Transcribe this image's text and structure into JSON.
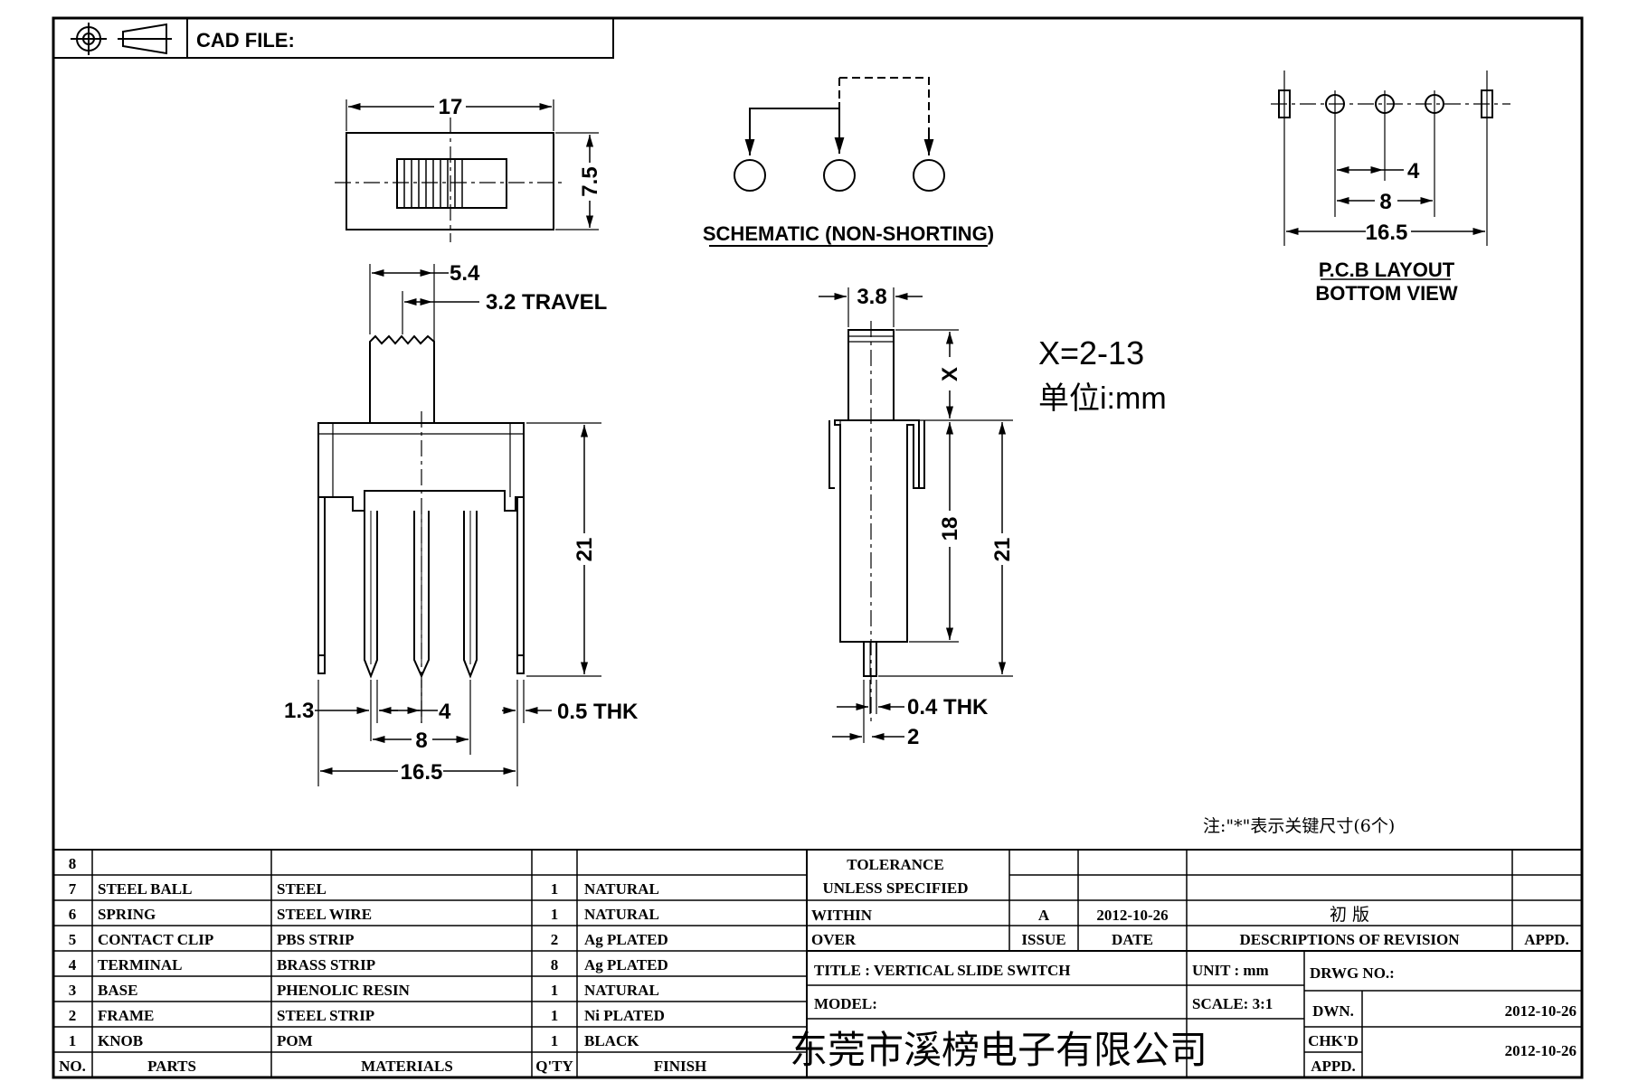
{
  "header": {
    "cad_file_label": "CAD FILE:"
  },
  "top_view": {
    "width": "17",
    "height": "7.5"
  },
  "side_view": {
    "knob_offset": "5.4",
    "travel": "3.2 TRAVEL",
    "height": "21",
    "pin_width": "1.3",
    "pin_pitch": "4",
    "outer_pitch": "8",
    "total_width": "16.5",
    "thickness": "0.5 THK"
  },
  "end_view": {
    "knob_width": "3.8",
    "knob_height": "X",
    "body_height": "18",
    "total_height": "21",
    "thickness": "0.4 THK",
    "pin_offset": "2",
    "x_range": "X=2-13",
    "unit_note": "单位i:mm"
  },
  "schematic": {
    "label": "SCHEMATIC (NON-SHORTING)"
  },
  "pcb_layout": {
    "pitch": "4",
    "outer_pitch": "8",
    "total": "16.5",
    "title": "P.C.B LAYOUT",
    "subtitle": "BOTTOM VIEW"
  },
  "note": "注:\"*\"表示关键尺寸(6个)",
  "bom": {
    "headers": {
      "no": "NO.",
      "parts": "PARTS",
      "materials": "MATERIALS",
      "qty": "Q'TY",
      "finish": "FINISH"
    },
    "rows": [
      {
        "no": "8",
        "part": "",
        "material": "",
        "qty": "",
        "finish": ""
      },
      {
        "no": "7",
        "part": "STEEL BALL",
        "material": "STEEL",
        "qty": "1",
        "finish": "NATURAL"
      },
      {
        "no": "6",
        "part": "SPRING",
        "material": "STEEL WIRE",
        "qty": "1",
        "finish": "NATURAL"
      },
      {
        "no": "5",
        "part": "CONTACT CLIP",
        "material": "PBS STRIP",
        "qty": "2",
        "finish": "Ag PLATED"
      },
      {
        "no": "4",
        "part": "TERMINAL",
        "material": "BRASS STRIP",
        "qty": "8",
        "finish": "Ag PLATED"
      },
      {
        "no": "3",
        "part": "BASE",
        "material": "PHENOLIC RESIN",
        "qty": "1",
        "finish": "NATURAL"
      },
      {
        "no": "2",
        "part": "FRAME",
        "material": "STEEL STRIP",
        "qty": "1",
        "finish": "Ni PLATED"
      },
      {
        "no": "1",
        "part": "KNOB",
        "material": "POM",
        "qty": "1",
        "finish": "BLACK"
      }
    ]
  },
  "title_block": {
    "tolerance": "TOLERANCE",
    "unless_specified": "UNLESS   SPECIFIED",
    "within": "WITHIN",
    "over": "OVER",
    "issue_value": "A",
    "date_value": "2012-10-26",
    "revision_value": "初    版",
    "issue_label": "ISSUE",
    "date_label": "DATE",
    "descriptions_label": "DESCRIPTIONS  OF  REVISION",
    "appd_label": "APPD.",
    "title": "TITLE :   VERTICAL  SLIDE  SWITCH",
    "unit": "UNIT :  mm",
    "drwg_no": "DRWG  NO.:",
    "model": "MODEL:",
    "scale": "SCALE:  3:1",
    "dwn_label": "DWN.",
    "dwn_date": "2012-10-26",
    "company": "东莞市溪榜电子有限公司",
    "chkd_label": "CHK'D",
    "chkd_date": "2012-10-26",
    "appd2_label": "APPD."
  }
}
